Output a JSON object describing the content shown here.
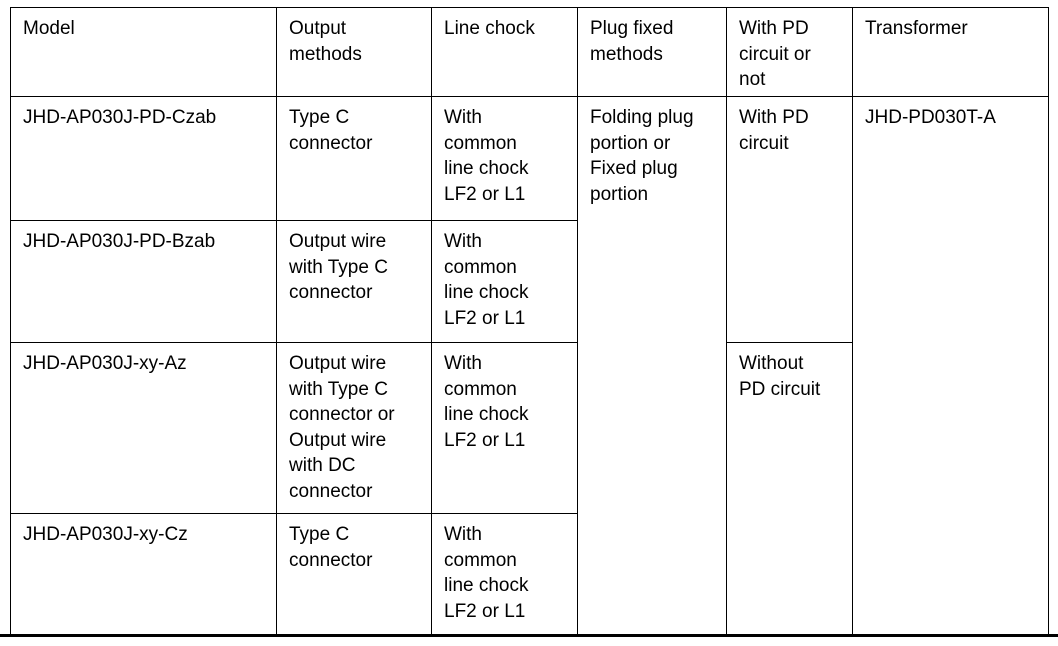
{
  "table": {
    "columns": [
      "Model",
      "Output\nmethods",
      "Line chock",
      "Plug fixed\nmethods",
      "With PD\ncircuit or\nnot",
      "Transformer"
    ],
    "rows": [
      {
        "model": "JHD-AP030J-PD-Czab",
        "output_methods": "Type C\nconnector",
        "line_chock": "With\ncommon\nline chock\nLF2 or L1",
        "plug_fixed_methods": "Folding plug\nportion or\nFixed plug\nportion",
        "pd_circuit": "With PD\ncircuit",
        "transformer": "JHD-PD030T-A"
      },
      {
        "model": "JHD-AP030J-PD-Bzab",
        "output_methods": "Output wire\nwith Type C\nconnector",
        "line_chock": "With\ncommon\nline chock\nLF2 or L1"
      },
      {
        "model": "JHD-AP030J-xy-Az",
        "output_methods": "Output wire\nwith Type C\nconnector or\nOutput wire\nwith DC\nconnector",
        "line_chock": "With\ncommon\nline chock\nLF2 or L1",
        "pd_circuit": "Without\nPD circuit"
      },
      {
        "model": "JHD-AP030J-xy-Cz",
        "output_methods": "Type C\nconnector",
        "line_chock": "With\ncommon\nline chock\nLF2 or L1"
      }
    ]
  }
}
